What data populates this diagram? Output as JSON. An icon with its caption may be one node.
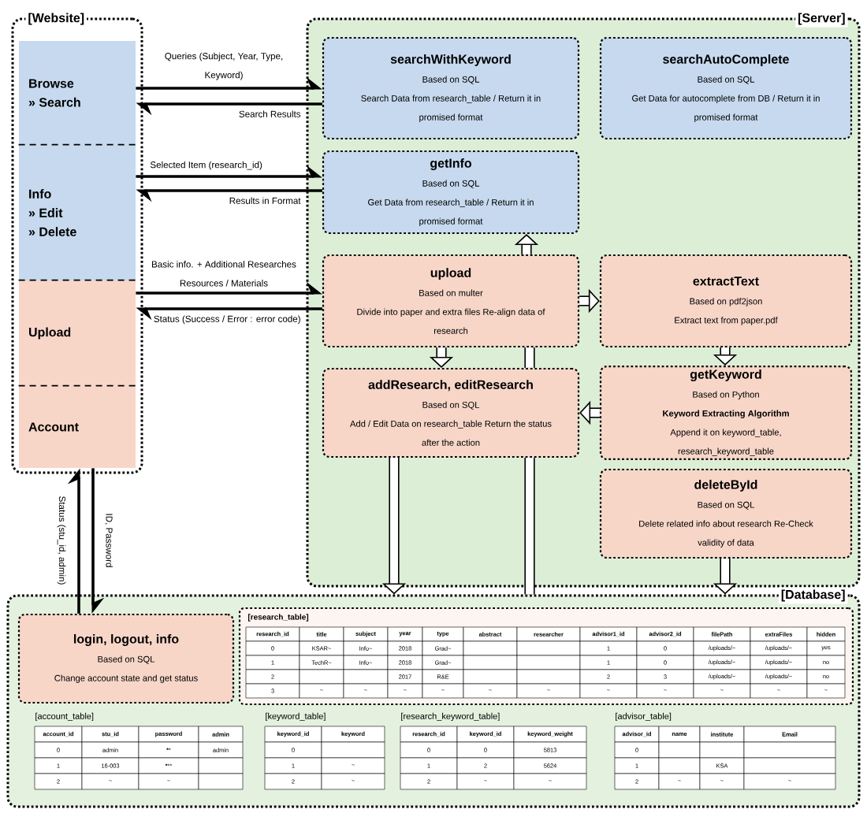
{
  "diagram": {
    "nodes": [
      {
        "text": [
          "[Website]"
        ]
      },
      {
        "text": [
          "Browse",
          "» Search"
        ],
        "in": 0
      },
      {
        "text": [
          "Info",
          "» Edit",
          "» Delete"
        ],
        "in": 0
      },
      {
        "text": [
          "Upload"
        ],
        "in": 0
      },
      {
        "text": [
          "Account"
        ],
        "in": 0
      },
      {
        "text": [
          "[Server]"
        ]
      },
      {
        "text": [
          "searchWithKeyword",
          "Based on SQL",
          "Search Data from research_table / Return it in promised format"
        ],
        "in": 5
      },
      {
        "text": [
          "searchAutoComplete",
          "Based on SQL",
          "Get Data for autocomplete from DB / Return it in promised format"
        ],
        "in": 5
      },
      {
        "text": [
          "getInfo",
          "Based on SQL",
          "Get Data from research_table / Return it in promised format"
        ],
        "in": 5
      },
      {
        "text": [
          "upload",
          "Based on multer",
          "Divide into paper and extra files Re-align data of research"
        ],
        "in": 5
      },
      {
        "text": [
          "extractText",
          "Based on pdf2json",
          "Extract text from paper.pdf"
        ],
        "in": 5
      },
      {
        "text": [
          "addResearch, editResearch",
          "Based on SQL",
          "Add / Edit Data on research_table Return the status after the action"
        ],
        "in": 5
      },
      {
        "text": [
          "getKeyword",
          "Based on Python",
          "Keyword Extracting Algorithm",
          "Append it on keyword_table, research_keyword_table"
        ],
        "in": 5
      },
      {
        "text": [
          "deleteById",
          "Based on SQL",
          "Delete related info about research Re-Check validity of data"
        ],
        "in": 5
      },
      {
        "text": [
          "[Database]"
        ]
      },
      {
        "text": [
          "login, logout, info",
          "Based on SQL",
          "Change account state and get status"
        ],
        "in": 14
      },
      {
        "text": [
          "[research_table]"
        ],
        "in": 14
      }
    ],
    "edges": [
      {
        "from": 1,
        "to": 6,
        "arrow": "to",
        "label": "Queries (Subject, Year, Type, Keyword)"
      },
      {
        "from": 6,
        "to": 1,
        "arrow": "to",
        "label": "Search Results"
      },
      {
        "from": 2,
        "to": 8,
        "arrow": "to",
        "label": "Selected Item (research_id)"
      },
      {
        "from": 8,
        "to": 2,
        "arrow": "to",
        "label": "Results in Format"
      },
      {
        "from": 3,
        "to": 9,
        "arrow": "to",
        "label": "Basic info. + Additional Researches Resources / Materials"
      },
      {
        "from": 9,
        "to": 3,
        "arrow": "to",
        "label": "Status (Success / Error : error code)"
      },
      {
        "from": 4,
        "to": 15,
        "arrow": "to",
        "label": "ID, Password"
      },
      {
        "from": 15,
        "to": 4,
        "arrow": "to",
        "label": "Status (stu_id, admin)"
      },
      {
        "from": 9,
        "to": 8,
        "arrow": "to"
      },
      {
        "from": 9,
        "to": 10,
        "arrow": "to"
      },
      {
        "from": 9,
        "to": 11,
        "arrow": "to"
      },
      {
        "from": 10,
        "to": 12,
        "arrow": "to"
      },
      {
        "from": 12,
        "to": 11,
        "arrow": "to"
      },
      {
        "from": 11,
        "to": 14,
        "arrow": "to"
      },
      {
        "from": 13,
        "to": 14,
        "arrow": "to"
      },
      {
        "from": 9,
        "to": 11,
        "arrow": "none"
      },
      {
        "from": 11,
        "to": 14,
        "arrow": "none"
      }
    ],
    "labels": [
      "research_id",
      "title",
      "subject",
      "year",
      "type",
      "abstract",
      "researcher",
      "advisor1_id",
      "advisor2_id",
      "filePath",
      "extraFiles",
      "hidden",
      "0",
      "KSAR~",
      "Info~",
      "2018",
      "Grad~",
      "1",
      "0",
      "/uploads/~",
      "/uploads/~",
      "yes",
      "1",
      "TechR~",
      "Info~",
      "2018",
      "Grad~",
      "1",
      "0",
      "/uploads/~",
      "/uploads/~",
      "no",
      "2",
      "2017",
      "R&E",
      "2",
      "3",
      "/uploads/~",
      "/uploads/~",
      "no",
      "3",
      "~",
      "~",
      "~",
      "~",
      "~",
      "~",
      "~",
      "~",
      "~",
      "~",
      "~",
      "[account_table]",
      "account_id",
      "stu_id",
      "password",
      "admin",
      "0",
      "admin",
      "******",
      "admin",
      "1",
      "16-003",
      "*******",
      "2",
      "~",
      "~",
      "[keyword_table]",
      "keyword_id",
      "keyword",
      "0",
      "1",
      "~",
      "2",
      "~",
      "[research_keyword_table]",
      "research_id",
      "keyword_id",
      "keyword_weight",
      "0",
      "0",
      "5813",
      "1",
      "2",
      "5624",
      "2",
      "~",
      "~",
      "[advisor_table]",
      "advisor_id",
      "name",
      "institute",
      "Email",
      "0",
      "1",
      "KSA",
      "2",
      "~",
      "~",
      "~"
    ]
  }
}
